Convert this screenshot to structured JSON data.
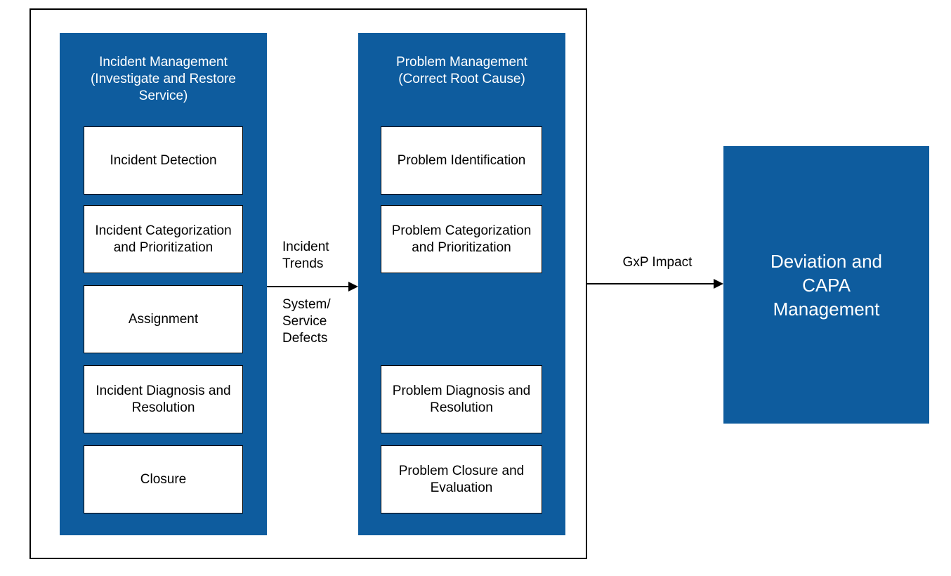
{
  "colors": {
    "process_fill": "#0e5c9e",
    "box_fill": "#ffffff",
    "line": "#000000",
    "text_on_blue": "#ffffff",
    "text_on_white": "#000000"
  },
  "incident_column": {
    "title": "Incident Management (Investigate and Restore Service)",
    "steps": [
      "Incident Detection",
      "Incident Categorization and Prioritization",
      "Assignment",
      "Incident Diagnosis and Resolution",
      "Closure"
    ]
  },
  "problem_column": {
    "title": "Problem Management (Correct Root Cause)",
    "steps": [
      "Problem Identification",
      "Problem Categorization and Prioritization",
      "Problem Diagnosis and Resolution",
      "Problem Closure and Evaluation"
    ]
  },
  "flows": {
    "incident_to_problem": {
      "label_top": "Incident Trends",
      "label_bottom": "System/ Service Defects"
    },
    "to_capa": {
      "label": "GxP Impact"
    }
  },
  "capa_box": {
    "label": "Deviation and CAPA Management"
  }
}
